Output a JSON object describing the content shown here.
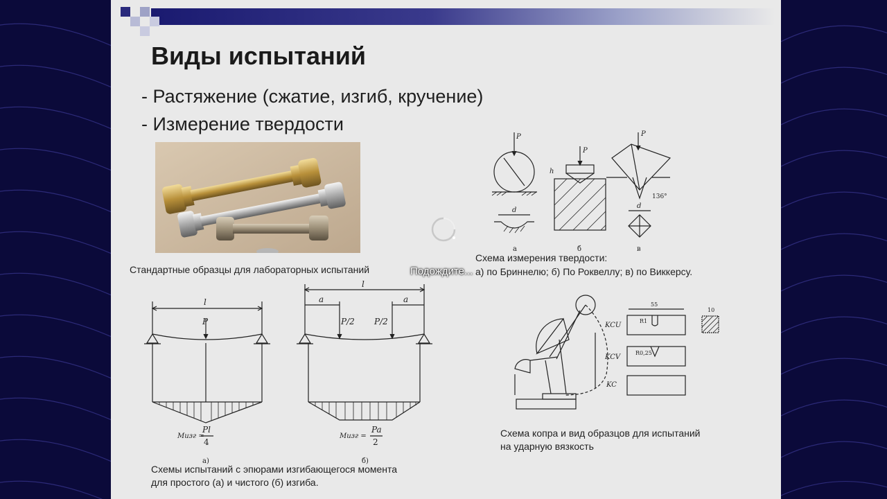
{
  "slide": {
    "title": "Виды испытаний",
    "bullets": [
      "- Растяжение (сжатие, изгиб, кручение)",
      "- Измерение твердости"
    ]
  },
  "captions": {
    "samples": "Стандартные образцы для лабораторных испытаний",
    "hardness_line1": "Схема измерения твердости:",
    "hardness_line2": "а) по Бриннелю; б) По Роквеллу; в) по Виккерсу.",
    "bending_line1": "Схемы испытаний с эпюрами изгибающегося момента",
    "bending_line2": "для простого (а) и чистого (б) изгиба.",
    "impact_line1": "Схема копра и вид образцов для испытаний",
    "impact_line2": "на ударную вязкость"
  },
  "hardness_fig": {
    "p": "P",
    "d": "d",
    "h": "h",
    "angle": "136°",
    "labels": [
      "а",
      "б",
      "в"
    ]
  },
  "bending_fig": {
    "l": "l",
    "a": "a",
    "p": "P",
    "p2": "P/2",
    "m_label": "Mизг =",
    "pl": "Pl",
    "pa": "Pa",
    "four": "4",
    "two": "2",
    "label_a": "а)",
    "label_b": "б)"
  },
  "impact_fig": {
    "kcu": "KCU",
    "kcv": "KCV",
    "kc": "KC",
    "r1": "R1",
    "r025": "R0,25",
    "len": "55",
    "side": "10"
  },
  "overlay": {
    "loading_text": "Подождите..."
  }
}
